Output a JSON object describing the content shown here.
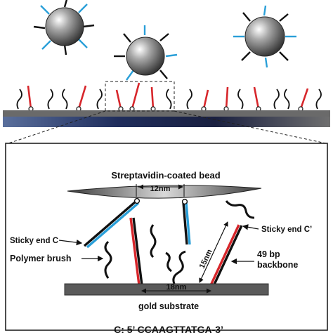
{
  "labels": {
    "bead": "Streptavidin-coated bead",
    "sticky_c": "Sticky end C",
    "sticky_c_prime": "Sticky end C’",
    "polymer_brush": "Polymer brush",
    "backbone_line1": "49 bp",
    "backbone_line2": "backbone",
    "gold_substrate": "gold substrate",
    "sequence": "C: 5’ CCAAGTTATGA-3’"
  },
  "dimensions": {
    "bead_spacing": "12nm",
    "strand_length": "15nm",
    "substrate_spacing": "18nm"
  },
  "colors": {
    "dna_red": "#d7262b",
    "dna_blue": "#2a9fd8",
    "dna_black": "#111111",
    "substrate": "#555555",
    "substrate_gradient_mid": "#2b3a6b",
    "bead": "#4d4d4d"
  }
}
